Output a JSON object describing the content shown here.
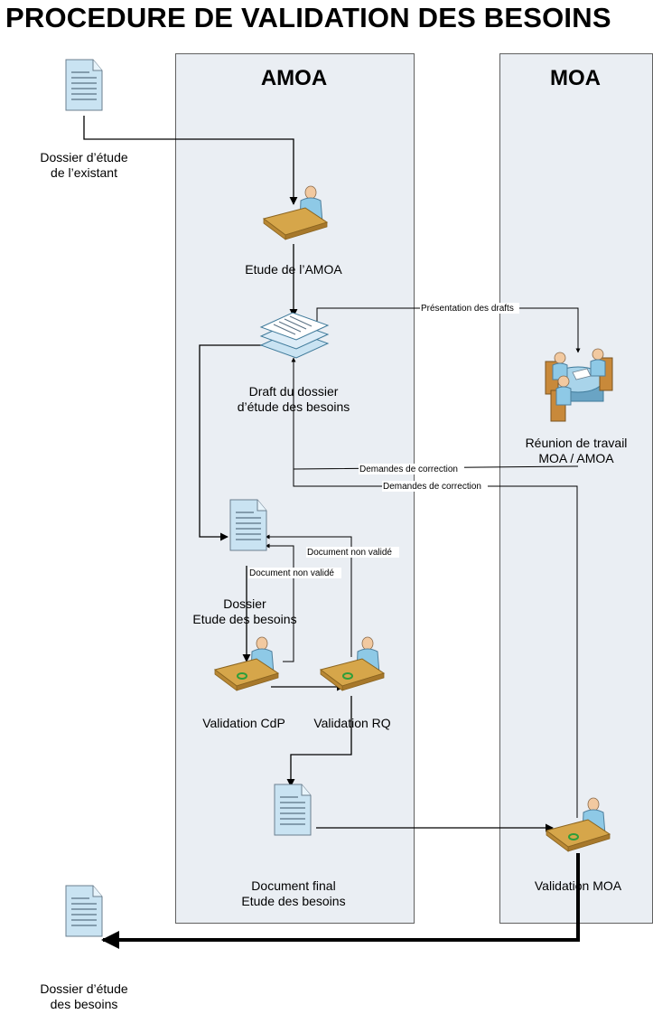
{
  "title": "PROCEDURE DE VALIDATION DES BESOINS",
  "lanes": [
    {
      "name": "AMOA"
    },
    {
      "name": "MOA"
    }
  ],
  "nodes": {
    "existing_study": {
      "label_line1": "Dossier d’étude",
      "label_line2": "de l’existant",
      "icon": "document-icon"
    },
    "amoa_study": {
      "label": "Etude de l’AMOA",
      "icon": "person-at-desk-icon"
    },
    "draft": {
      "label_line1": "Draft du dossier",
      "label_line2": "d’étude des besoins",
      "icon": "document-stack-icon"
    },
    "meeting": {
      "label_line1": "Réunion de travail",
      "label_line2": "MOA / AMOA",
      "icon": "meeting-table-icon"
    },
    "needs_file": {
      "label_line1": "Dossier",
      "label_line2": "Etude des besoins",
      "icon": "document-icon"
    },
    "validation_cdp": {
      "label": "Validation CdP",
      "icon": "person-validating-icon"
    },
    "validation_rq": {
      "label": "Validation RQ",
      "icon": "person-validating-icon"
    },
    "final_doc": {
      "label_line1": "Document final",
      "label_line2": "Etude des besoins",
      "icon": "document-icon"
    },
    "validation_moa": {
      "label": "Validation MOA",
      "icon": "person-validating-icon"
    },
    "needs_study_file": {
      "label_line1": "Dossier d’étude",
      "label_line2": "des besoins",
      "icon": "document-icon"
    }
  },
  "connectors": {
    "presentation": "Présentation des drafts",
    "correction_1": "Demandes de correction",
    "correction_2": "Demandes de correction",
    "not_valid_rq": "Document non validé",
    "not_valid_cdp": "Document non validé"
  },
  "colors": {
    "lane_fill": "#eaeef3",
    "doc_fill": "#c9e3f2",
    "desk": "#d6a64a",
    "person": "#8ec9e6"
  }
}
